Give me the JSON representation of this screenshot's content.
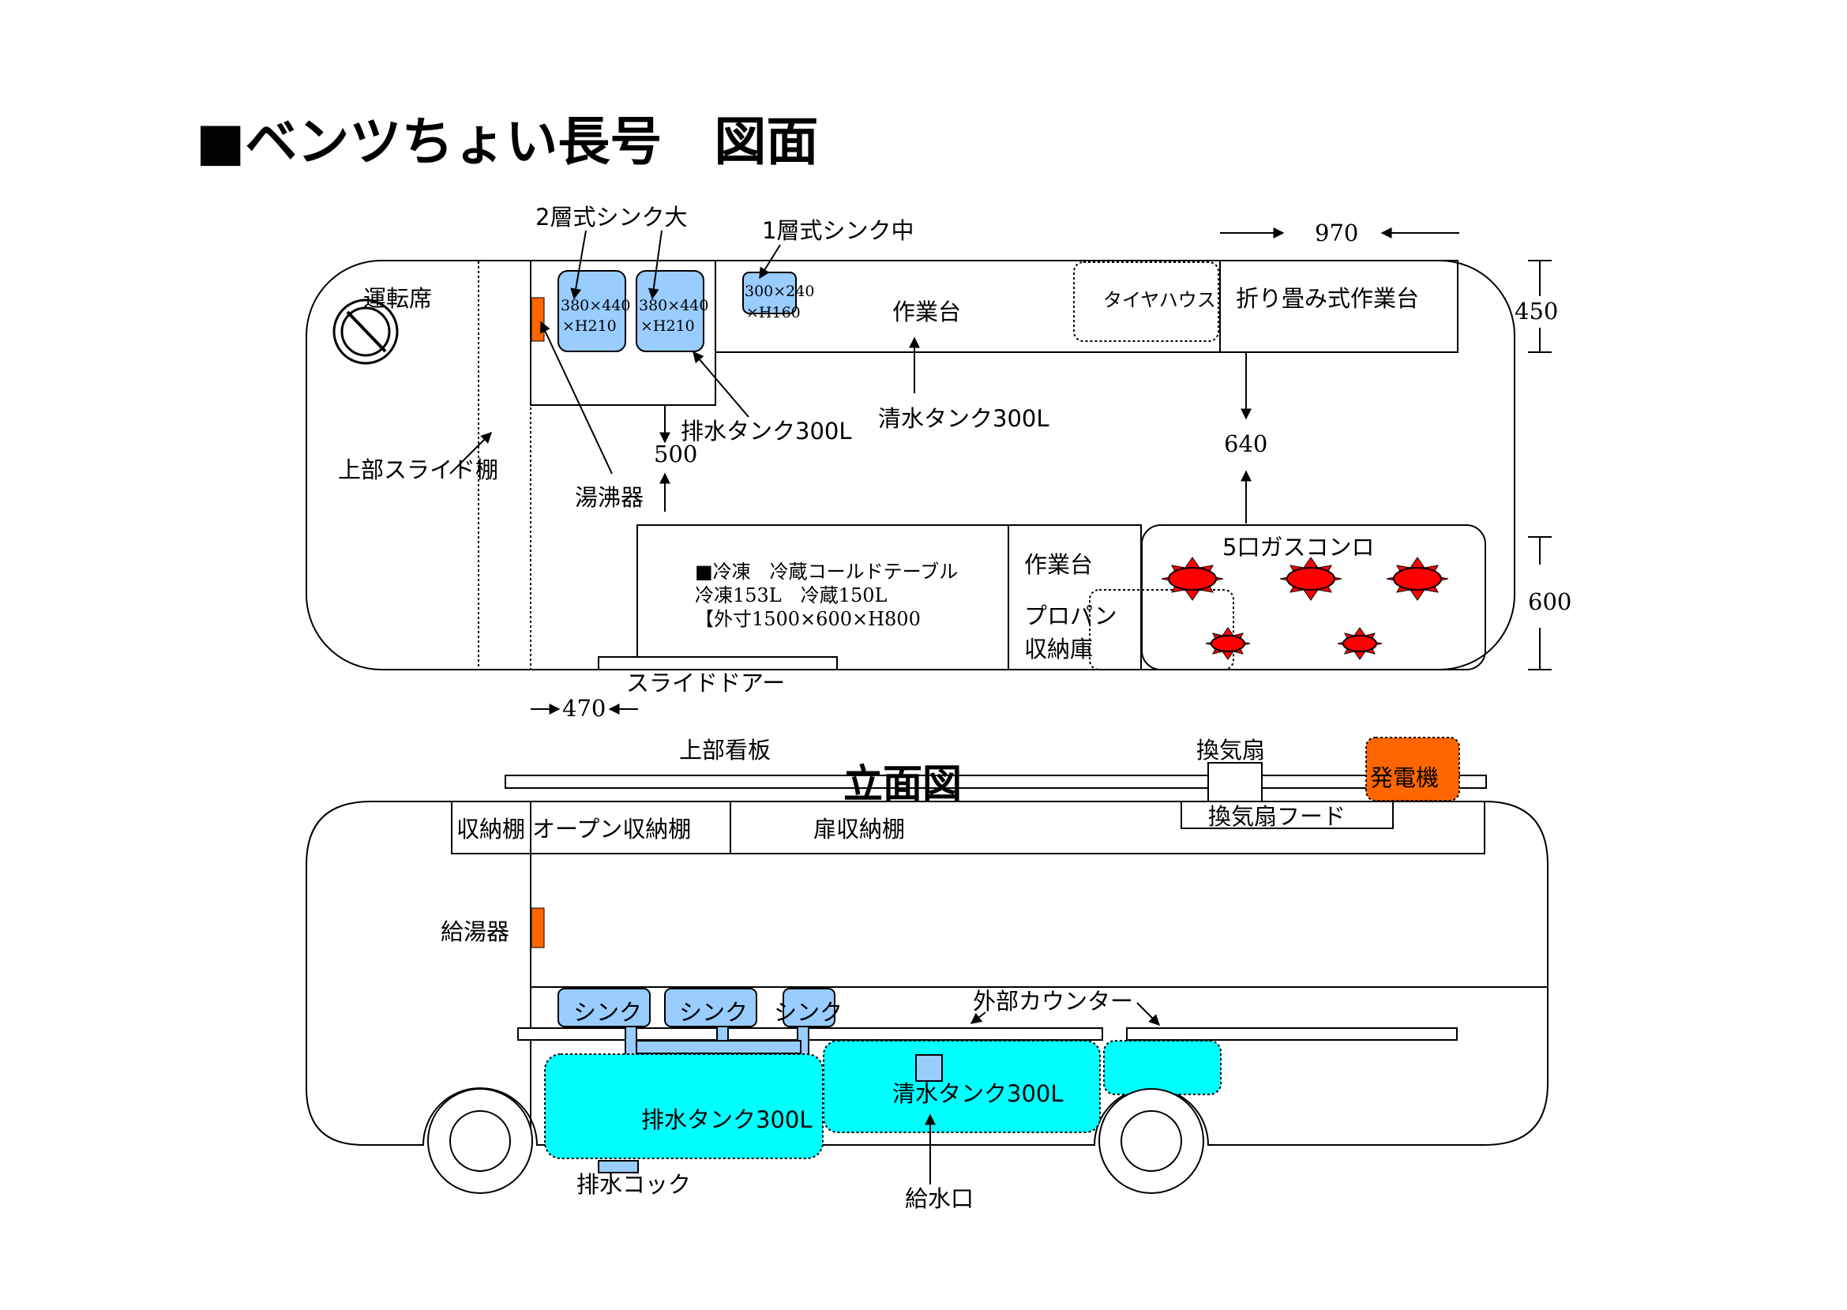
{
  "title": "■ベンツちょい長号　図面",
  "plan": {
    "sink2_label": "2層式シンク大",
    "sink1_label": "1層式シンク中",
    "sink_a_line1": "380×440",
    "sink_a_line2": "×H210",
    "sink_b_line1": "380×440",
    "sink_b_line2": "×H210",
    "sink_c_line1": "300×240",
    "sink_c_line2": "×H160",
    "driver_seat": "運転席",
    "upper_slide_shelf": "上部スライド棚",
    "work_table": "作業台",
    "tire_house": "タイヤハウス",
    "folding_table": "折り畳み式作業台",
    "drain_tank": "排水タンク300L",
    "clean_tank": "清水タンク300L",
    "water_heater": "湯沸器",
    "fridge_line1": "■冷凍　冷蔵コールドテーブル",
    "fridge_line2": "冷凍153L　冷蔵150L",
    "fridge_line3": "【外寸1500×600×H800",
    "work_table2": "作業台",
    "propane_line1": "プロパン",
    "propane_line2": "収納庫",
    "gas_stove": "5口ガスコンロ",
    "slide_door": "スライドドアー",
    "dim_970": "970",
    "dim_450": "450",
    "dim_640": "640",
    "dim_600": "600",
    "dim_500": "500",
    "dim_470": "470"
  },
  "elevation": {
    "title": "立面図",
    "upper_sign": "上部看板",
    "vent_fan": "換気扇",
    "generator": "発電機",
    "storage_shelf": "収納棚",
    "open_shelf": "オープン収納棚",
    "door_shelf": "扉収納棚",
    "vent_hood": "換気扇フード",
    "water_heater": "給湯器",
    "sink_1": "シンク",
    "sink_2": "シンク",
    "sink_3": "シンク",
    "outer_counter": "外部カウンター",
    "drain_tank": "排水タンク300L",
    "clean_tank": "清水タンク300L",
    "drain_cock": "排水コック",
    "water_inlet": "給水口"
  },
  "colors": {
    "sink_blue": "#99ccff",
    "tank_cyan": "#00ffff",
    "heater_orange": "#ff6600",
    "burner_red": "#ff0000"
  }
}
